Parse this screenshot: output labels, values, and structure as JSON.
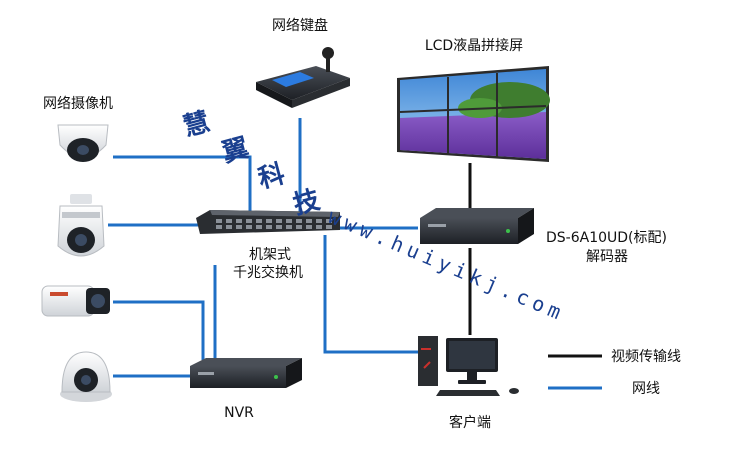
{
  "labels": {
    "keyboard": "网络键盘",
    "lcd": "LCD液晶拼接屏",
    "cameras": "网络摄像机",
    "switch_line1": "机架式",
    "switch_line2": "千兆交换机",
    "decoder_line1": "DS-6A10UD(标配)",
    "decoder_line2": "解码器",
    "nvr": "NVR",
    "client": "客户端"
  },
  "legend": {
    "video_line": "视频传输线",
    "network_line": "网线"
  },
  "watermark": {
    "chars": [
      "慧",
      "翼",
      "科",
      "技"
    ],
    "url": "www.huiyikj.com"
  },
  "colors": {
    "network": "#1f6fc5",
    "video": "#111111",
    "watermark": "#1a3f8f"
  }
}
